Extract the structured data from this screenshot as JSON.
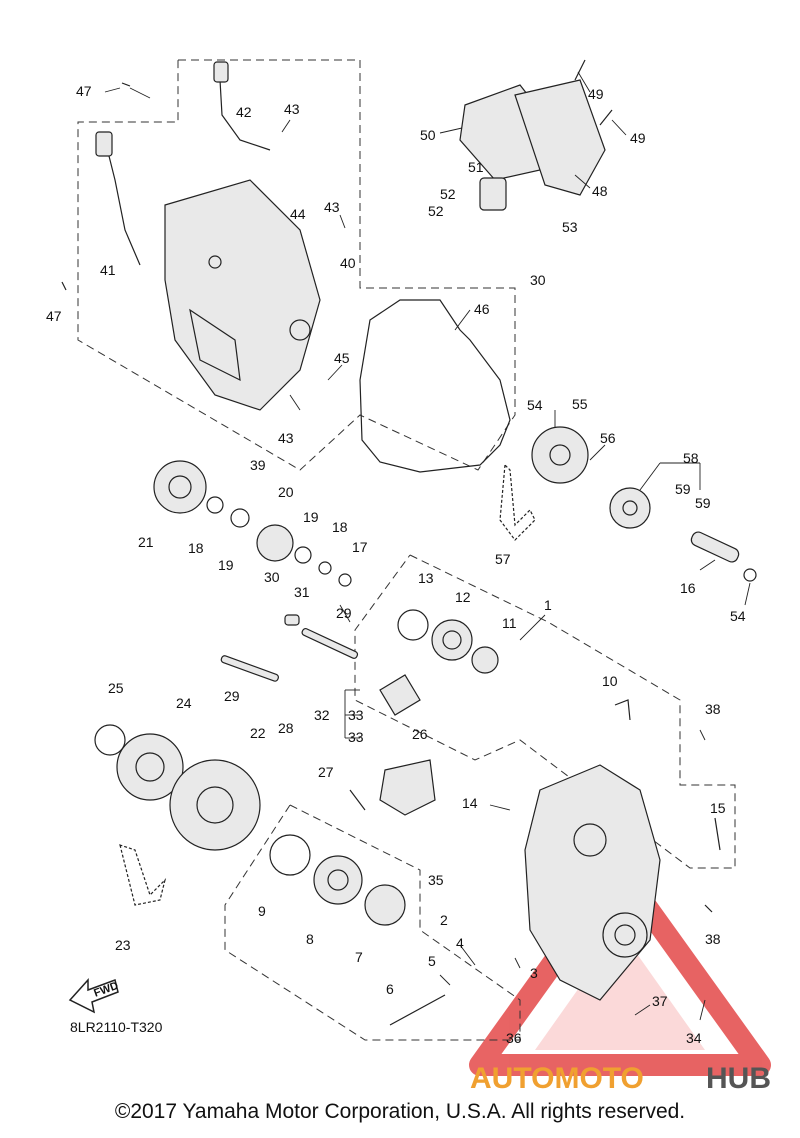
{
  "diagram": {
    "part_code": "8LR2110-T320",
    "fwd_label": "FWD",
    "copyright": "©2017 Yamaha Motor Corporation, U.S.A. All rights reserved.",
    "watermark": {
      "word_a": "AUTOMOTO",
      "word_b": "HUB",
      "color_a": "#f0a030",
      "color_b": "#555555",
      "triangle_color": "#e03030"
    },
    "callouts": [
      "1",
      "2",
      "3",
      "4",
      "5",
      "6",
      "7",
      "8",
      "9",
      "10",
      "11",
      "12",
      "13",
      "14",
      "15",
      "16",
      "17",
      "18",
      "18",
      "19",
      "19",
      "20",
      "21",
      "22",
      "23",
      "24",
      "25",
      "26",
      "27",
      "28",
      "29",
      "29",
      "30",
      "30",
      "31",
      "32",
      "33",
      "33",
      "34",
      "35",
      "36",
      "37",
      "38",
      "38",
      "39",
      "40",
      "41",
      "42",
      "43",
      "43",
      "43",
      "44",
      "45",
      "46",
      "47",
      "47",
      "48",
      "49",
      "49",
      "50",
      "51",
      "52",
      "52",
      "53",
      "54",
      "54",
      "55",
      "56",
      "57",
      "58",
      "59",
      "59"
    ]
  }
}
